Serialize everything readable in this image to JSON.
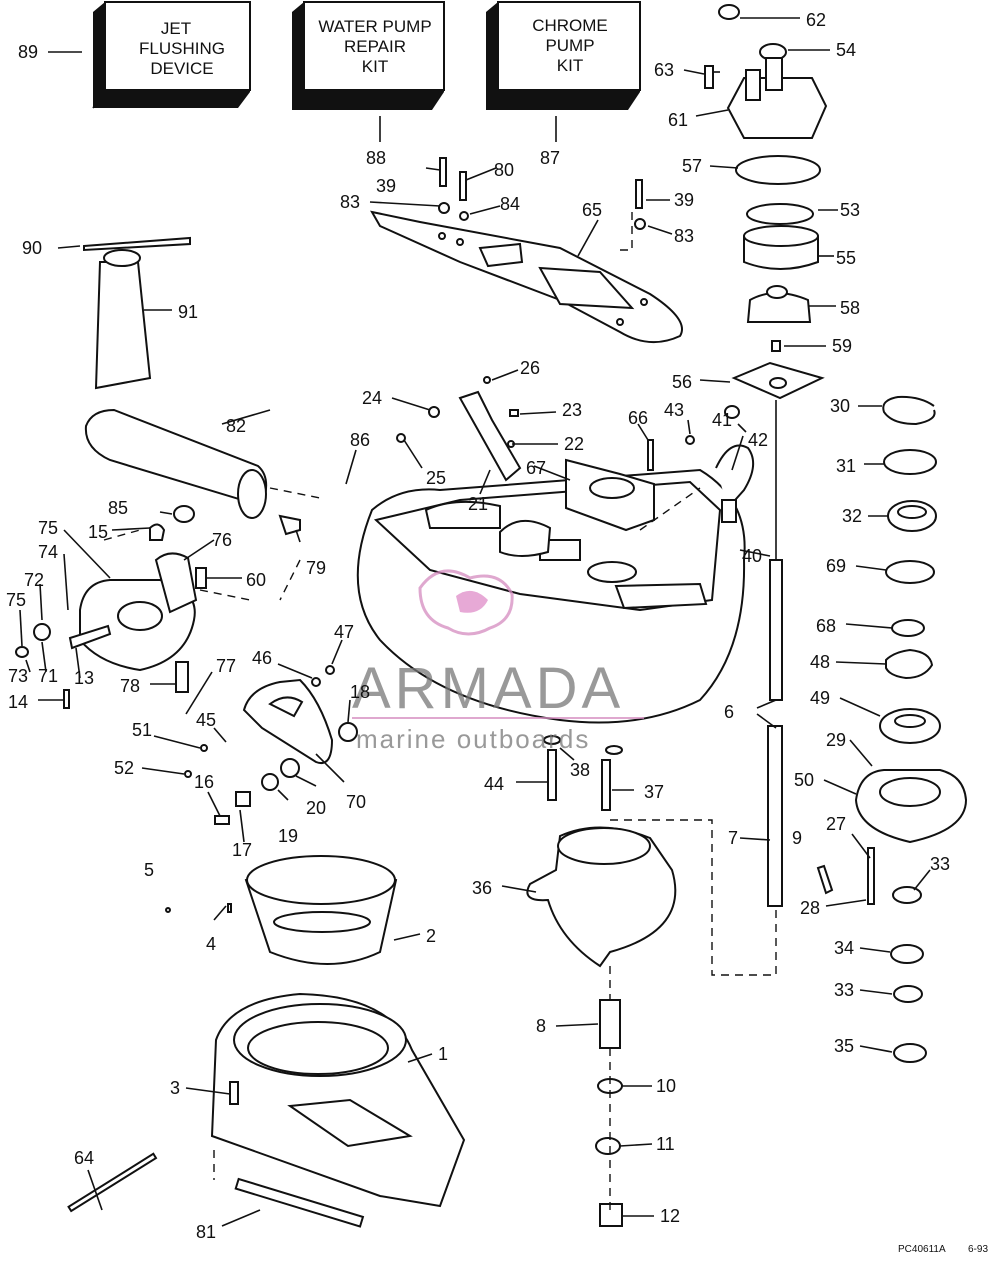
{
  "kits": [
    {
      "label": "89",
      "lines": [
        "JET",
        "FLUSHING",
        "DEVICE"
      ]
    },
    {
      "label": "88",
      "lines": [
        "WATER PUMP",
        "REPAIR",
        "KIT"
      ]
    },
    {
      "label": "87",
      "lines": [
        "CHROME",
        "PUMP",
        "KIT"
      ]
    }
  ],
  "callouts": [
    "62",
    "54",
    "63",
    "61",
    "57",
    "53",
    "55",
    "58",
    "59",
    "56",
    "30",
    "31",
    "32",
    "69",
    "68",
    "48",
    "49",
    "29",
    "50",
    "27",
    "33",
    "28",
    "9",
    "7",
    "34",
    "33",
    "35",
    "6",
    "40",
    "41",
    "42",
    "43",
    "66",
    "67",
    "26",
    "23",
    "22",
    "24",
    "25",
    "21",
    "86",
    "82",
    "85",
    "15",
    "75",
    "74",
    "72",
    "75",
    "73",
    "71",
    "13",
    "14",
    "76",
    "60",
    "79",
    "78",
    "77",
    "47",
    "46",
    "18",
    "45",
    "51",
    "52",
    "16",
    "17",
    "19",
    "20",
    "70",
    "39",
    "80",
    "83",
    "84",
    "39",
    "83",
    "65",
    "90",
    "91",
    "44",
    "38",
    "37",
    "36",
    "5",
    "4",
    "2",
    "3",
    "1",
    "64",
    "81",
    "8",
    "10",
    "11",
    "12"
  ],
  "watermark": {
    "brand": "ARMADA",
    "tagline": "marine outboards"
  },
  "footer": {
    "code": "PC40611A",
    "date": "6-93"
  }
}
